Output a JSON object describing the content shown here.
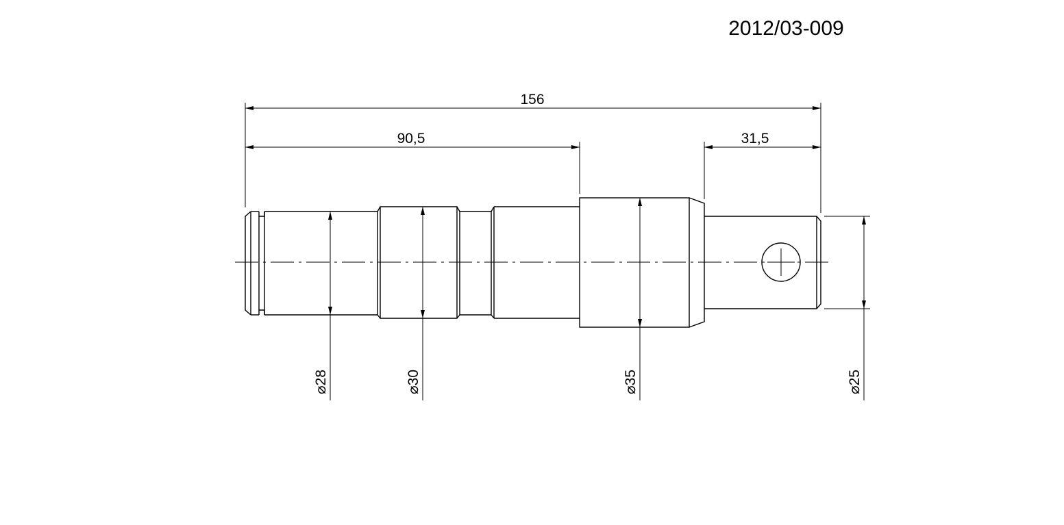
{
  "drawing": {
    "part_number": "2012/03-009",
    "length_dimensions": {
      "overall": "156",
      "to_collar": "90,5",
      "end_section": "31,5"
    },
    "diameter_dimensions": {
      "d1": "⌀28",
      "d2": "⌀30",
      "d3": "⌀35",
      "d4": "⌀25"
    }
  }
}
